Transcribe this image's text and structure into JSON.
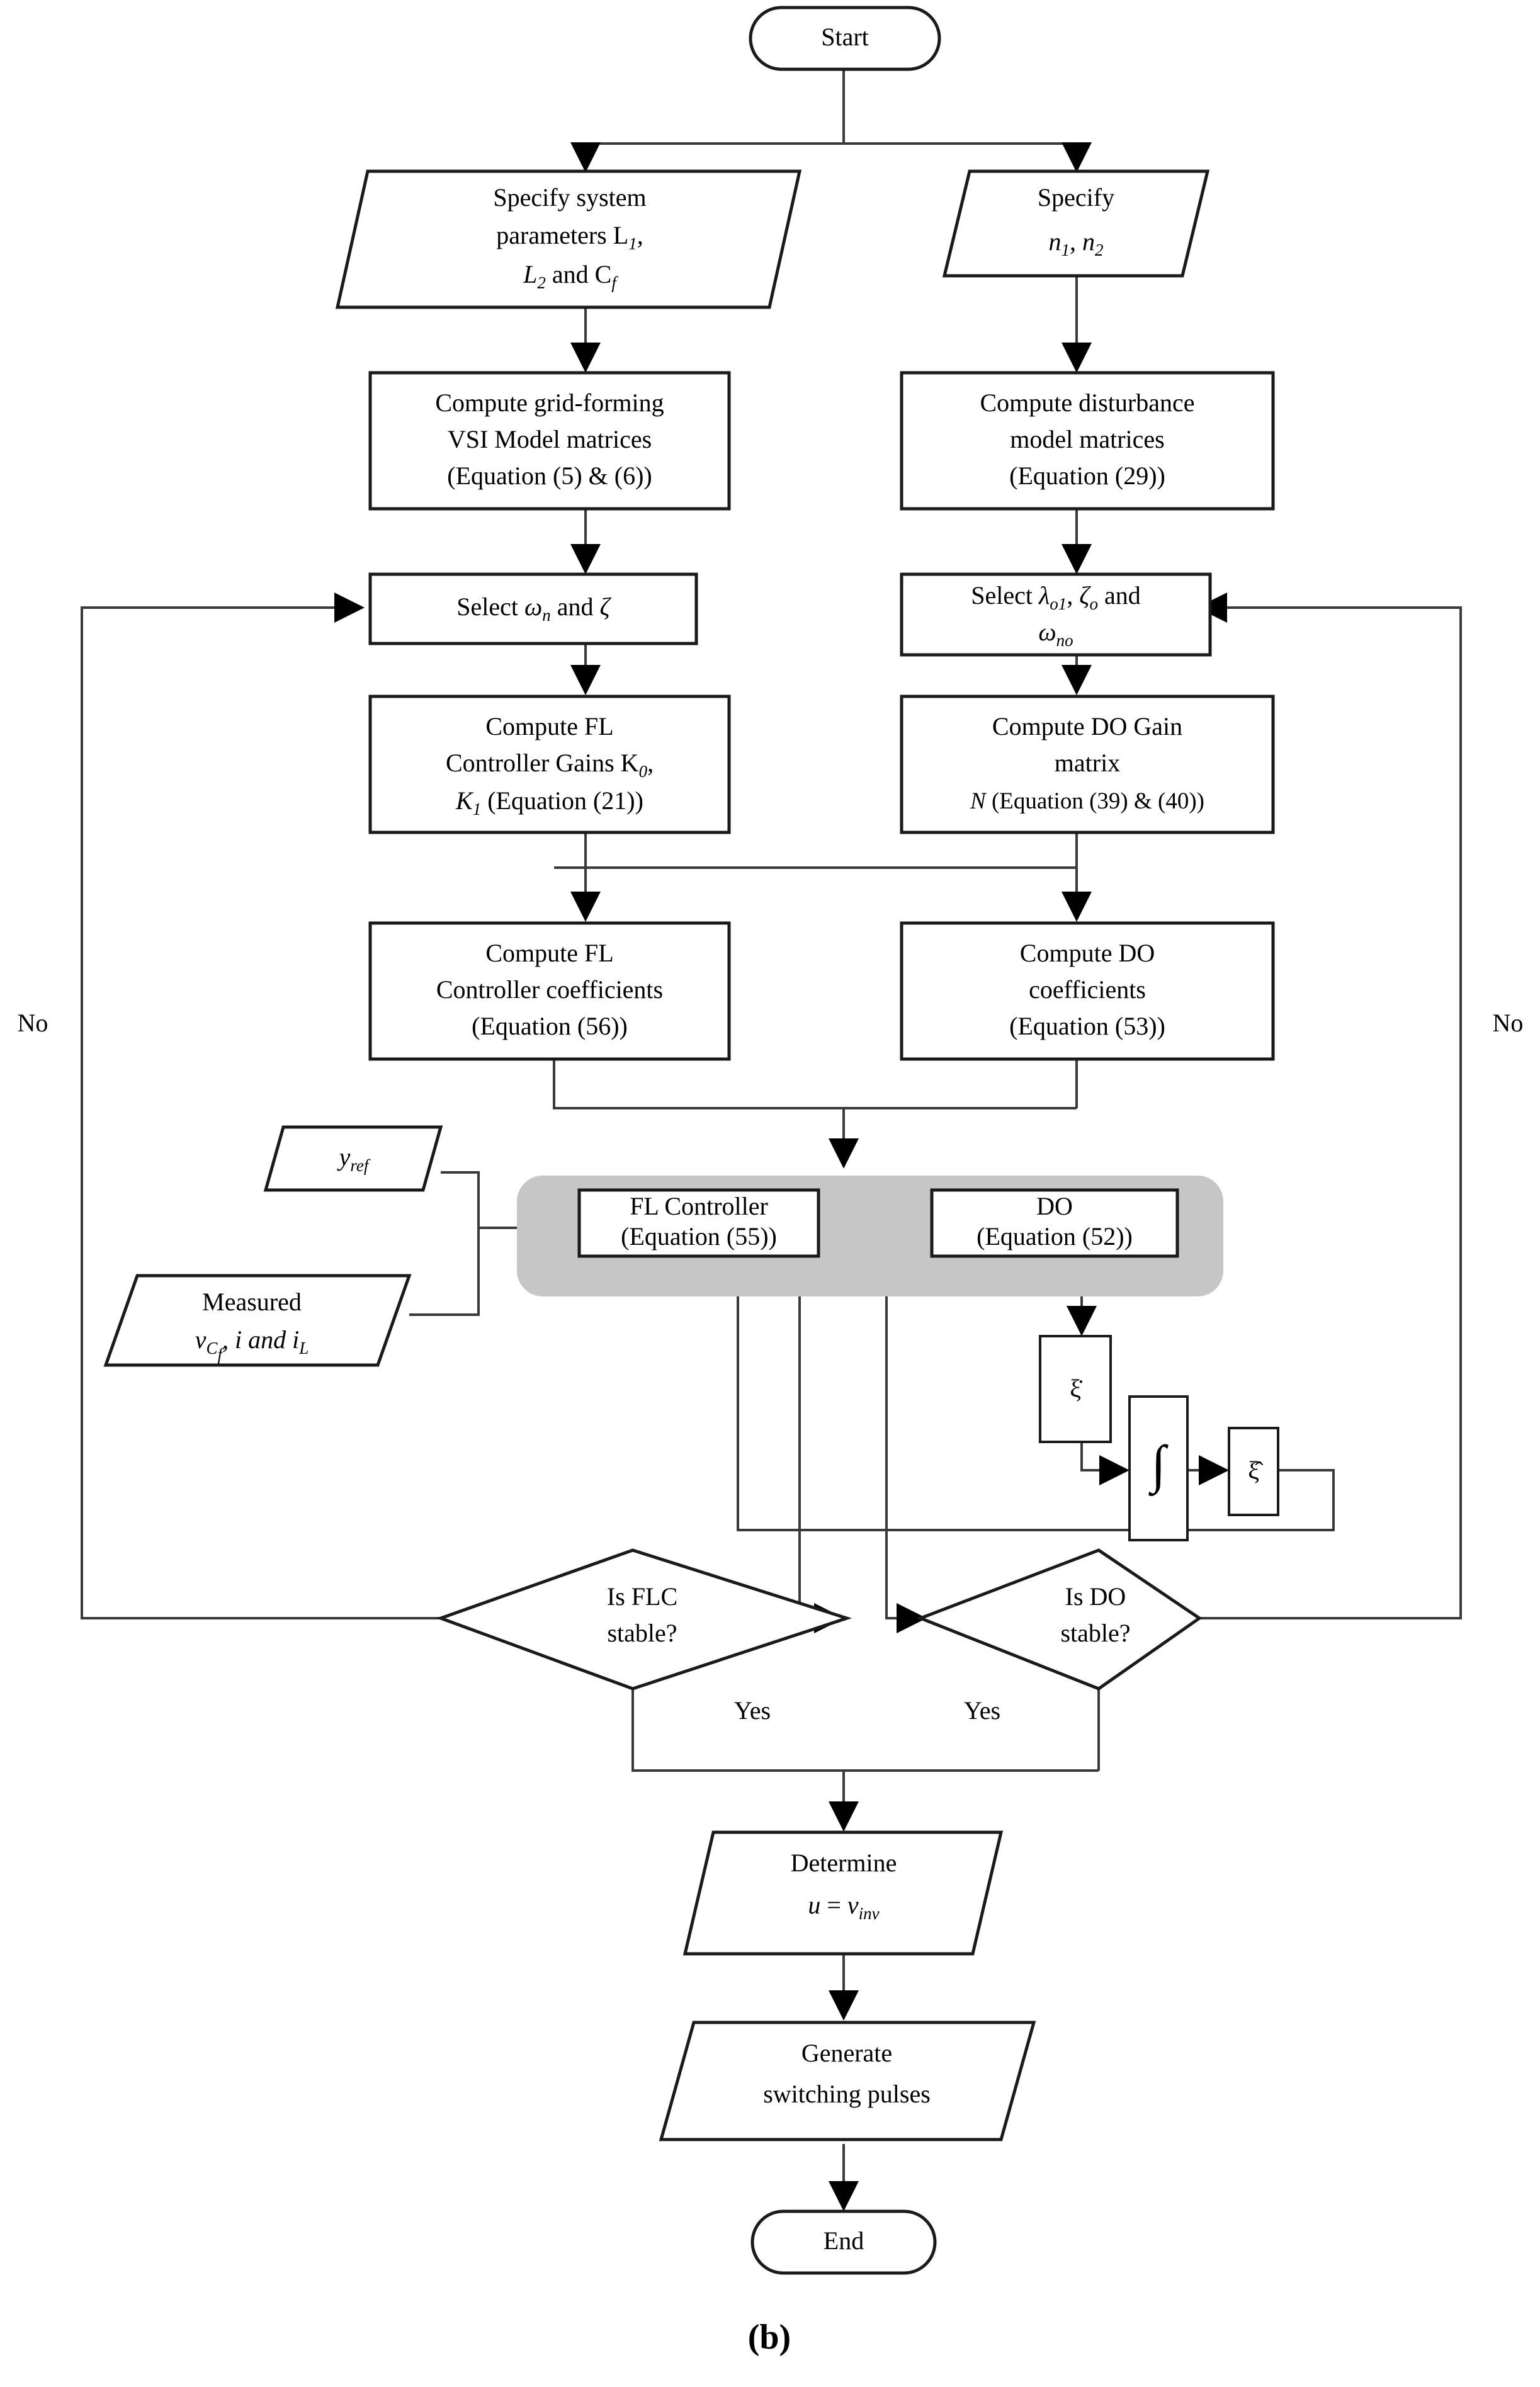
{
  "figure": {
    "panel_label": "(b)",
    "type": "flowchart"
  },
  "nodes": {
    "start": {
      "label": "Start",
      "shape": "terminator"
    },
    "end": {
      "label": "End",
      "shape": "terminator"
    },
    "specify_system": {
      "shape": "parallelogram",
      "line1": "Specify system",
      "line2": "parameters L",
      "line2_sub": "1",
      "line2_tail": ",",
      "line3_a": "L",
      "line3_a_sub": "2",
      "line3_b": " and C",
      "line3_b_sub": "f"
    },
    "specify_n": {
      "shape": "parallelogram",
      "line1": "Specify",
      "line2_a": "n",
      "line2_a_sub": "1",
      "line2_mid": ", ",
      "line2_b": "n",
      "line2_b_sub": "2"
    },
    "compute_vsi": {
      "shape": "process",
      "line1": "Compute grid-forming",
      "line2": "VSI Model matrices",
      "line3": "(Equation (5) & (6))"
    },
    "compute_dist": {
      "shape": "process",
      "line1": "Compute disturbance",
      "line2": "model matrices",
      "line3": "(Equation (29))"
    },
    "select_wn": {
      "shape": "process",
      "prefix": "Select ",
      "sym1": "ω",
      "sym1_sub": "n",
      "mid": " and ",
      "sym2": "ζ"
    },
    "select_lambda": {
      "shape": "process",
      "line1_prefix": "Select ",
      "line1_sym1": "λ",
      "line1_sym1_sub": "o1",
      "line1_mid": ", ",
      "line1_sym2": "ζ",
      "line1_sym2_sub": "o",
      "line1_tail": " and",
      "line2_sym": "ω",
      "line2_sym_sub": "no"
    },
    "compute_fl_gains": {
      "shape": "process",
      "line1": "Compute FL",
      "line2": "Controller Gains K",
      "line2_sub": "0",
      "line2_tail": ",",
      "line3_sym": "K",
      "line3_sub": "1",
      "line3_tail": " (Equation (21))"
    },
    "compute_do_gain": {
      "shape": "process",
      "line1": "Compute DO Gain",
      "line2": "matrix",
      "line3_sym": "N",
      "line3_tail": " (Equation (39) & (40))"
    },
    "compute_fl_coeff": {
      "shape": "process",
      "line1": "Compute FL",
      "line2": "Controller coefficients",
      "line3": "(Equation (56))"
    },
    "compute_do_coeff": {
      "shape": "process",
      "line1": "Compute DO",
      "line2": "coefficients",
      "line3": "(Equation (53))"
    },
    "fl_controller": {
      "shape": "process",
      "line1": "FL Controller",
      "line2": "(Equation (55))"
    },
    "do_block": {
      "shape": "process",
      "line1": "DO",
      "line2": "(Equation (52))"
    },
    "y_ref": {
      "shape": "parallelogram",
      "sym": "y",
      "sub": "ref"
    },
    "measured": {
      "shape": "parallelogram",
      "line1": "Measured",
      "line2_a": "v",
      "line2_a_sub": "C",
      "line2_a_sub2": "f",
      "line2_mid": ", i and i",
      "line2_b_sub": "L"
    },
    "xi_dot": {
      "shape": "small-box",
      "label": "ξ̇"
    },
    "integrator": {
      "shape": "small-box",
      "label": "∫"
    },
    "xi_hat": {
      "shape": "small-box",
      "label": "ξ̂"
    },
    "is_flc_stable": {
      "shape": "decision",
      "line1": "Is FLC",
      "line2": "stable?"
    },
    "is_do_stable": {
      "shape": "decision",
      "line1": "Is DO",
      "line2": "stable?"
    },
    "determine_u": {
      "shape": "parallelogram",
      "line1": "Determine",
      "line2_a": "u",
      "line2_eq": " =  ",
      "line2_b": "v",
      "line2_b_sub": "inv"
    },
    "generate_pulses": {
      "shape": "parallelogram",
      "line1": "Generate",
      "line2": "switching pulses"
    }
  },
  "edge_labels": {
    "no_left": "No",
    "no_right": "No",
    "yes_left": "Yes",
    "yes_right": "Yes"
  },
  "colors": {
    "stroke": "#1a1a1a",
    "line": "#3a3a3a",
    "gray_zone": "#c6c6c6",
    "background": "#ffffff"
  }
}
